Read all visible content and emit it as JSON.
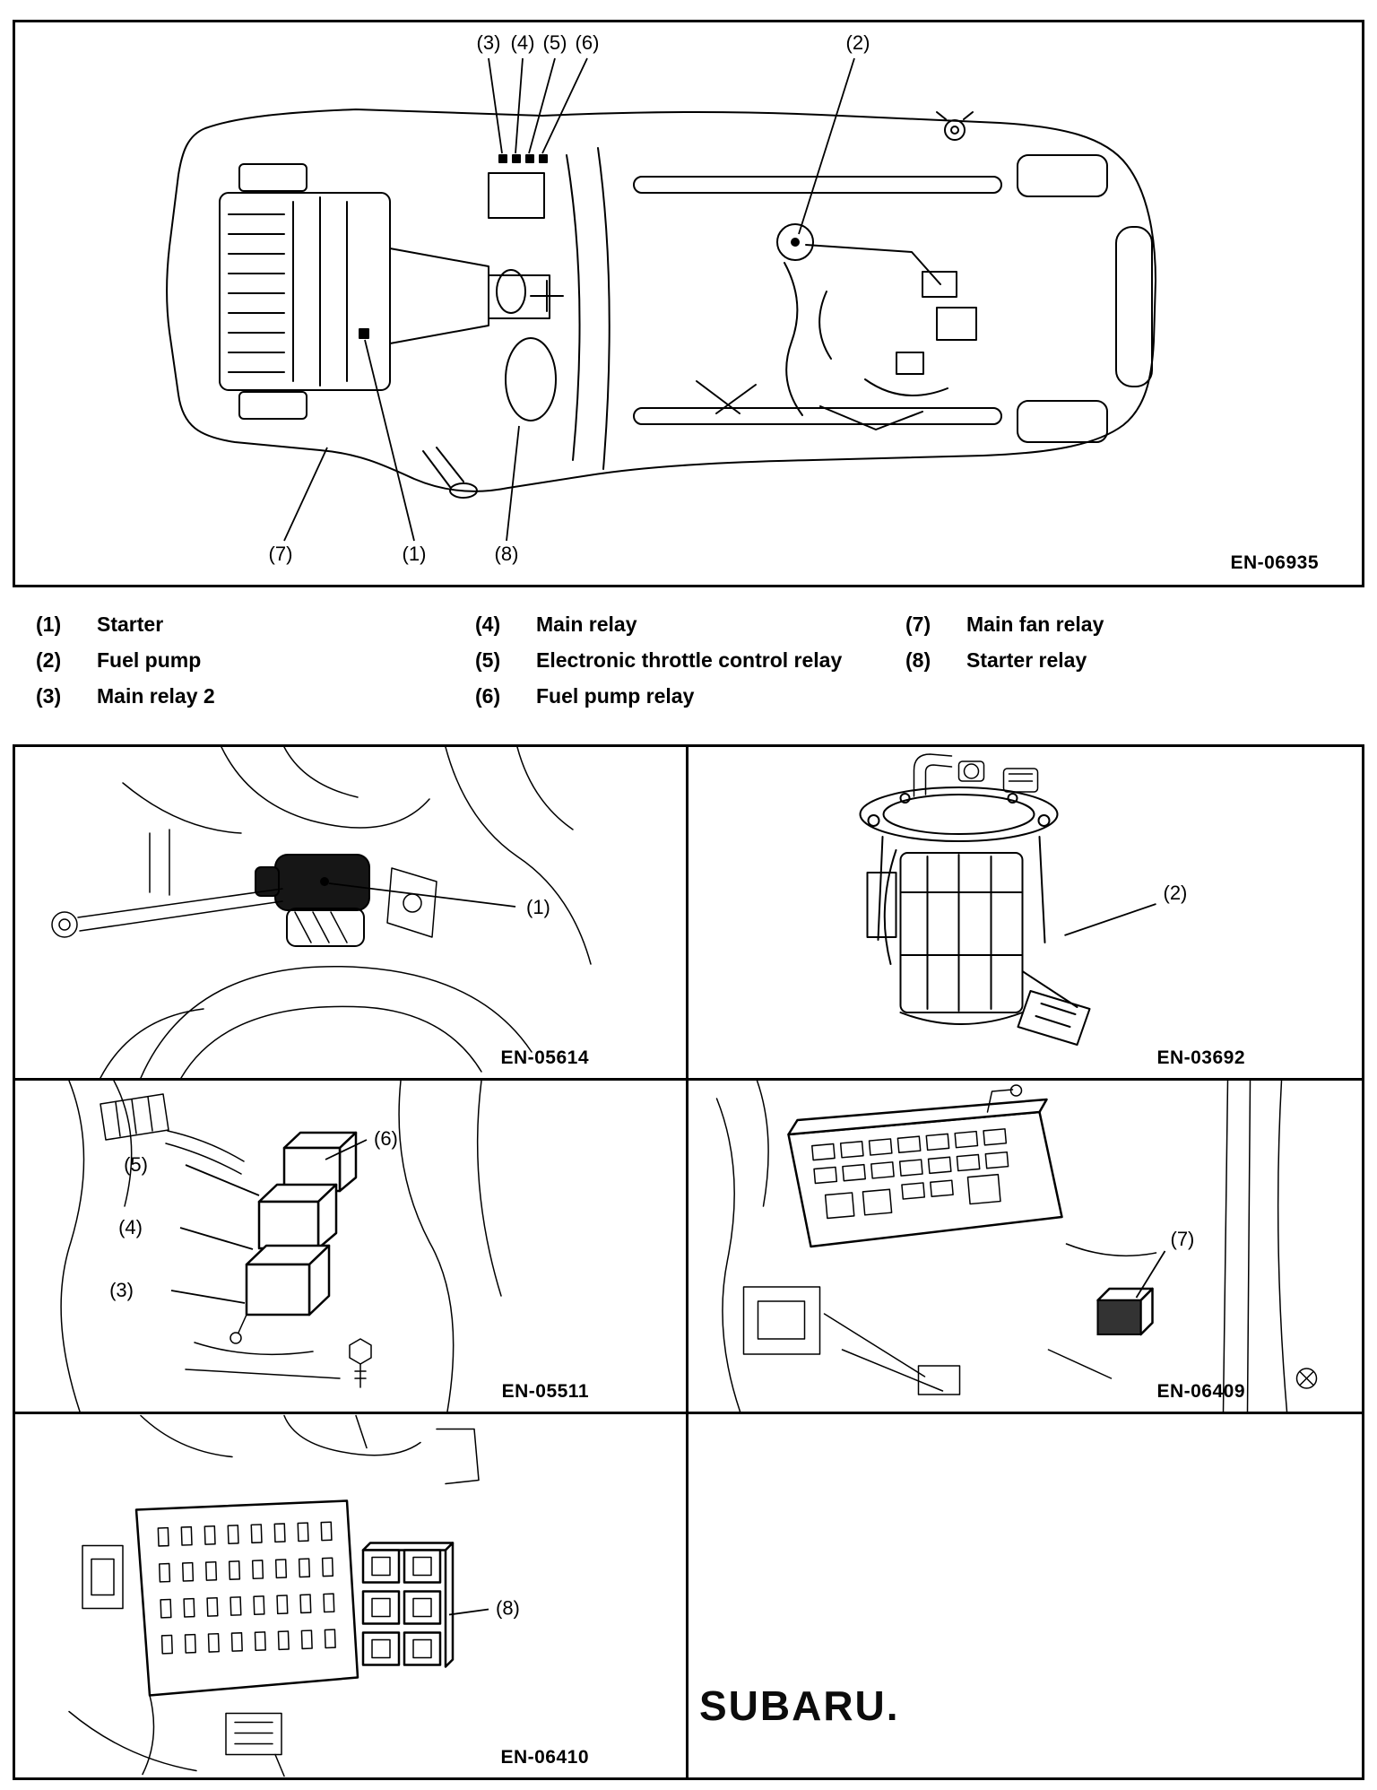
{
  "document": {
    "paper_color": "#ffffff",
    "line_color": "#000000"
  },
  "main_figure": {
    "figure_id": "EN-06935",
    "callouts": {
      "c1": "(1)",
      "c2": "(2)",
      "c3": "(3)",
      "c4": "(4)",
      "c5": "(5)",
      "c6": "(6)",
      "c7": "(7)",
      "c8": "(8)"
    }
  },
  "legend": {
    "items": [
      {
        "num": "(1)",
        "label": "Starter"
      },
      {
        "num": "(2)",
        "label": "Fuel pump"
      },
      {
        "num": "(3)",
        "label": "Main relay 2"
      },
      {
        "num": "(4)",
        "label": "Main relay"
      },
      {
        "num": "(5)",
        "label": "Electronic throttle control relay"
      },
      {
        "num": "(6)",
        "label": "Fuel pump relay"
      },
      {
        "num": "(7)",
        "label": "Main fan relay"
      },
      {
        "num": "(8)",
        "label": "Starter relay"
      }
    ]
  },
  "detail_panels": {
    "starter": {
      "figure_id": "EN-05614",
      "callout": "(1)"
    },
    "fuel_pump": {
      "figure_id": "EN-03692",
      "callout": "(2)"
    },
    "relay_box": {
      "figure_id": "EN-05511",
      "callouts": {
        "c3": "(3)",
        "c4": "(4)",
        "c5": "(5)",
        "c6": "(6)"
      }
    },
    "fuse_box": {
      "figure_id": "EN-06409",
      "callout": "(7)"
    },
    "fuse_panel": {
      "figure_id": "EN-06410",
      "callout": "(8)"
    },
    "logo": {
      "text": "SUBARU."
    }
  }
}
